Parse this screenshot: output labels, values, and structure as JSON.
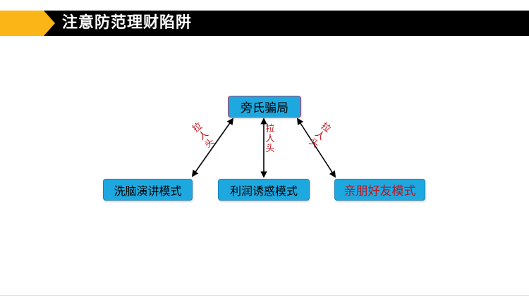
{
  "header": {
    "title": "注意防范理财陷阱",
    "accent_color": "#fbb516",
    "bar_color": "#000000"
  },
  "diagram": {
    "top_node": {
      "label": "旁氏骗局"
    },
    "bottom_nodes": [
      {
        "label": "洗脑演讲模式"
      },
      {
        "label": "利润诱惑模式"
      },
      {
        "label": "亲朋好友模式"
      }
    ],
    "edge_labels": [
      "拉人头",
      "拉人头",
      "拉人头"
    ],
    "node_fill": "#1ea8e0",
    "highlight_border": "#c0365c",
    "label_color": "#c0141c"
  }
}
